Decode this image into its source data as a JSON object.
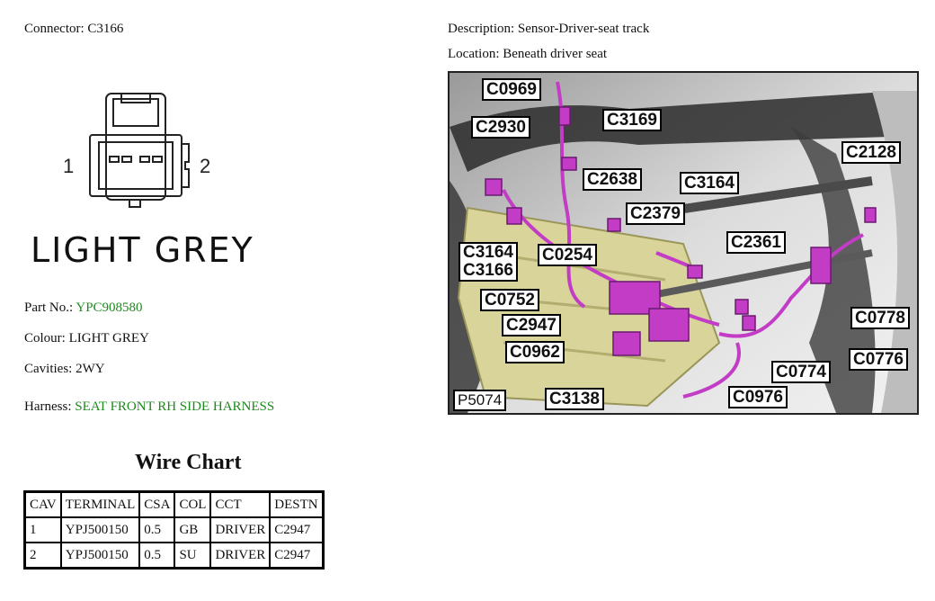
{
  "connector": {
    "label": "Connector:",
    "value": "C3166"
  },
  "description": {
    "label": "Description:",
    "value": "Sensor-Driver-seat track"
  },
  "location": {
    "label": "Location:",
    "value": "Beneath driver seat"
  },
  "pins": {
    "left": "1",
    "right": "2"
  },
  "colour_big": "LIGHT GREY",
  "part_no": {
    "label": "Part No.:",
    "value": "YPC908580"
  },
  "colour": {
    "label": "Colour:",
    "value": "LIGHT GREY"
  },
  "cavities": {
    "label": "Cavities:",
    "value": "2WY"
  },
  "harness": {
    "label": "Harness:",
    "value": "SEAT FRONT RH SIDE HARNESS"
  },
  "wire_chart": {
    "title": "Wire Chart",
    "headers": [
      "CAV",
      "TERMINAL",
      "CSA",
      "COL",
      "CCT",
      "DESTN"
    ],
    "rows": [
      [
        "1",
        "YPJ500150",
        "0.5",
        "GB",
        "DRIVER",
        "C2947"
      ],
      [
        "2",
        "YPJ500150",
        "0.5",
        "SU",
        "DRIVER",
        "C2947"
      ]
    ]
  },
  "photo": {
    "id": "P5074",
    "callouts": [
      "C0969",
      "C2930",
      "C3169",
      "C2638",
      "C3164",
      "C2379",
      "C2128",
      "C3164",
      "C3166",
      "C0254",
      "C2361",
      "C0752",
      "C2947",
      "C0962",
      "C3138",
      "C0778",
      "C0776",
      "C0774",
      "C0976"
    ]
  },
  "colors": {
    "green_text": "#1e8a1e",
    "connector_magenta": "#c23cc6",
    "harness_yellow": "#d9d49a"
  }
}
